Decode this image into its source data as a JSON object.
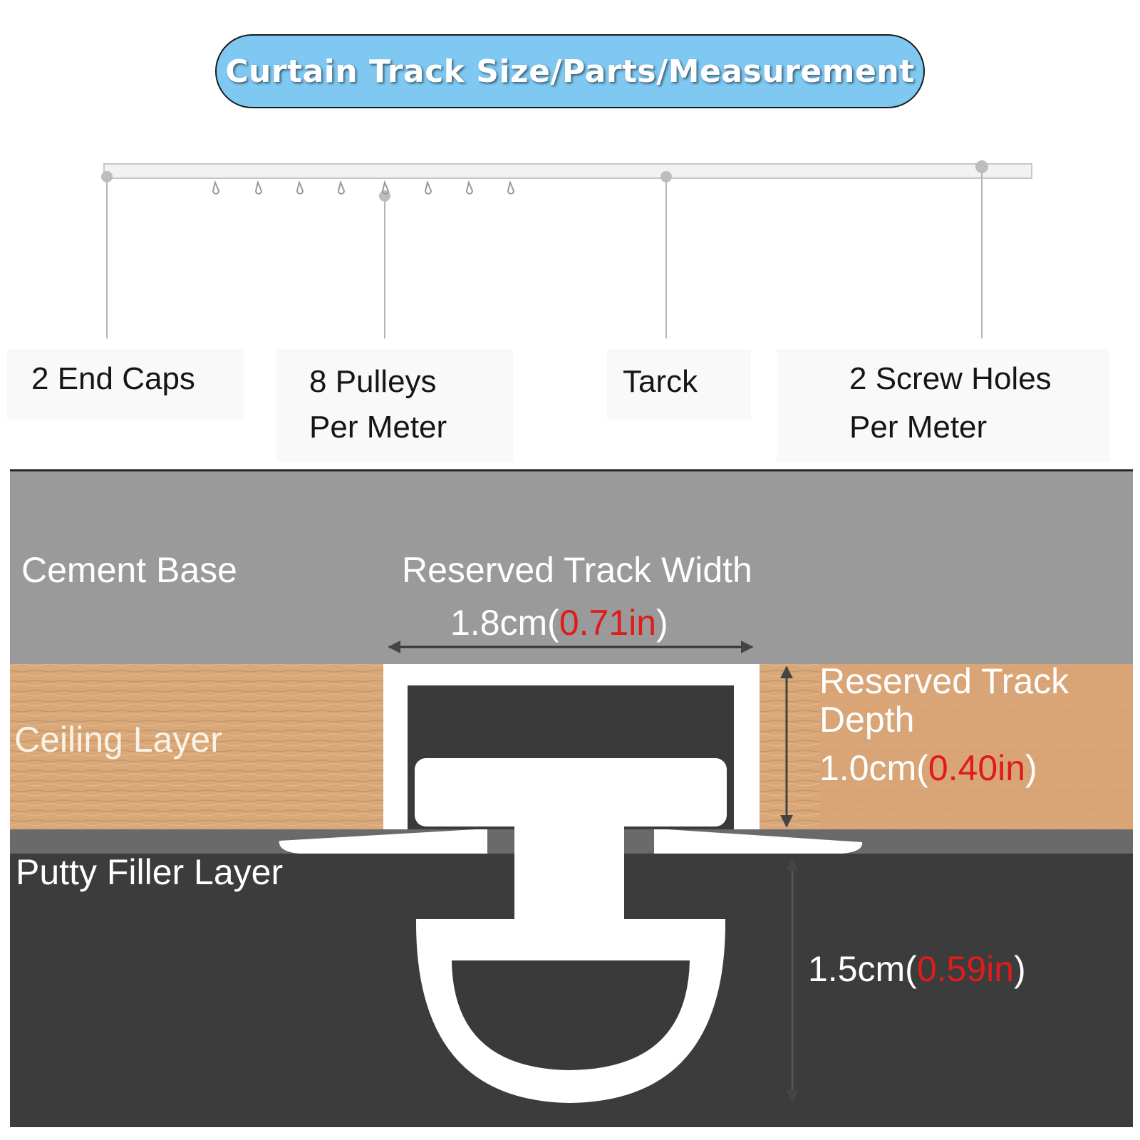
{
  "title": "Curtain Track Size/Parts/Measurement",
  "parts": {
    "end_caps": "2 End Caps",
    "pulleys_line1": "8 Pulleys",
    "pulleys_line2": "Per Meter",
    "track": "Tarck",
    "screw_holes_line1": "2 Screw Holes",
    "screw_holes_line2": "Per Meter"
  },
  "layers": {
    "cement_base": "Cement Base",
    "ceiling_layer": "Ceiling Layer",
    "putty_filler_layer": "Putty Filler Layer"
  },
  "measurements": {
    "width_label": "Reserved Track Width",
    "width_cm": "1.8cm(",
    "width_in": "0.71in",
    "width_close": ")",
    "depth_label_line1": "Reserved Track",
    "depth_label_line2": "Depth",
    "depth_cm": "1.0cm(",
    "depth_in": "0.40in",
    "depth_close": ")",
    "bottom_cm": "1.5cm(",
    "bottom_in": "0.59in",
    "bottom_close": ")"
  },
  "colors": {
    "title_fill": "#7ec8f2",
    "cement": "#9a9a9a",
    "ceiling_wood": "#d8a878",
    "putty": "#3c3c3c",
    "track_profile": "#ffffff",
    "inch_value": "#e01b1b"
  }
}
